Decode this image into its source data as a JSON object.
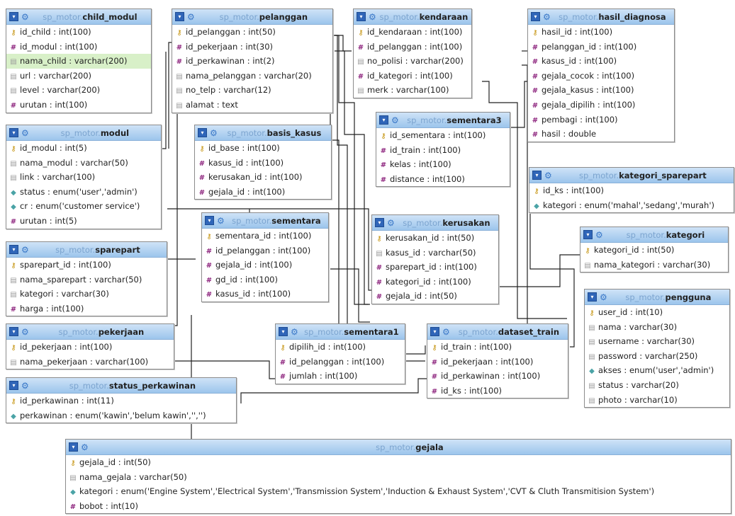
{
  "db_prefix": "sp_motor.",
  "icons": {
    "key": "key-icon",
    "idx": "index-hash-icon",
    "fld": "field-icon",
    "enm": "enum-icon"
  },
  "tables": [
    {
      "id": "child_modul",
      "name": "child_modul",
      "fields": [
        {
          "t": "id_child : int(100)",
          "i": "key"
        },
        {
          "t": "id_modul : int(100)",
          "i": "idx"
        },
        {
          "t": "nama_child : varchar(200)",
          "i": "fld",
          "hl": true
        },
        {
          "t": "url : varchar(200)",
          "i": "fld"
        },
        {
          "t": "level : varchar(200)",
          "i": "fld"
        },
        {
          "t": "urutan : int(100)",
          "i": "idx"
        }
      ]
    },
    {
      "id": "pelanggan",
      "name": "pelanggan",
      "fields": [
        {
          "t": "id_pelanggan : int(50)",
          "i": "key"
        },
        {
          "t": "id_pekerjaan : int(30)",
          "i": "idx"
        },
        {
          "t": "id_perkawinan : int(2)",
          "i": "idx"
        },
        {
          "t": "nama_pelanggan : varchar(20)",
          "i": "fld"
        },
        {
          "t": "no_telp : varchar(12)",
          "i": "fld"
        },
        {
          "t": "alamat : text",
          "i": "fld"
        }
      ]
    },
    {
      "id": "kendaraan",
      "name": "kendaraan",
      "fields": [
        {
          "t": "id_kendaraan : int(100)",
          "i": "key"
        },
        {
          "t": "id_pelanggan : int(100)",
          "i": "idx"
        },
        {
          "t": "no_polisi : varchar(200)",
          "i": "fld"
        },
        {
          "t": "id_kategori : int(100)",
          "i": "idx"
        },
        {
          "t": "merk : varchar(100)",
          "i": "fld"
        }
      ]
    },
    {
      "id": "hasil_diagnosa",
      "name": "hasil_diagnosa",
      "fields": [
        {
          "t": "hasil_id : int(100)",
          "i": "key"
        },
        {
          "t": "pelanggan_id : int(100)",
          "i": "idx"
        },
        {
          "t": "kasus_id : int(100)",
          "i": "idx"
        },
        {
          "t": "gejala_cocok : int(100)",
          "i": "idx"
        },
        {
          "t": "gejala_kasus : int(100)",
          "i": "idx"
        },
        {
          "t": "gejala_dipilih : int(100)",
          "i": "idx"
        },
        {
          "t": "pembagi : int(100)",
          "i": "idx"
        },
        {
          "t": "hasil : double",
          "i": "idx"
        }
      ]
    },
    {
      "id": "modul",
      "name": "modul",
      "fields": [
        {
          "t": "id_modul : int(5)",
          "i": "key"
        },
        {
          "t": "nama_modul : varchar(50)",
          "i": "fld"
        },
        {
          "t": "link : varchar(100)",
          "i": "fld"
        },
        {
          "t": "status : enum('user','admin')",
          "i": "enm"
        },
        {
          "t": "cr : enum('customer service')",
          "i": "enm"
        },
        {
          "t": "urutan : int(5)",
          "i": "idx"
        }
      ]
    },
    {
      "id": "basis_kasus",
      "name": "basis_kasus",
      "fields": [
        {
          "t": "id_base : int(100)",
          "i": "key"
        },
        {
          "t": "kasus_id : int(100)",
          "i": "idx"
        },
        {
          "t": "kerusakan_id : int(100)",
          "i": "idx"
        },
        {
          "t": "gejala_id : int(100)",
          "i": "idx"
        }
      ]
    },
    {
      "id": "sementara3",
      "name": "sementara3",
      "fields": [
        {
          "t": "id_sementara : int(100)",
          "i": "key"
        },
        {
          "t": "id_train : int(100)",
          "i": "idx"
        },
        {
          "t": "kelas : int(100)",
          "i": "idx"
        },
        {
          "t": "distance : int(100)",
          "i": "idx"
        }
      ]
    },
    {
      "id": "kategori_sparepart",
      "name": "kategori_sparepart",
      "fields": [
        {
          "t": "id_ks : int(100)",
          "i": "key"
        },
        {
          "t": "kategori : enum('mahal','sedang','murah')",
          "i": "enm"
        }
      ]
    },
    {
      "id": "sparepart",
      "name": "sparepart",
      "fields": [
        {
          "t": "sparepart_id : int(100)",
          "i": "key"
        },
        {
          "t": "nama_sparepart : varchar(50)",
          "i": "fld"
        },
        {
          "t": "kategori : varchar(30)",
          "i": "fld"
        },
        {
          "t": "harga : int(100)",
          "i": "idx"
        }
      ]
    },
    {
      "id": "sementara",
      "name": "sementara",
      "fields": [
        {
          "t": "sementara_id : int(100)",
          "i": "key"
        },
        {
          "t": "id_pelanggan : int(100)",
          "i": "idx"
        },
        {
          "t": "gejala_id : int(100)",
          "i": "idx"
        },
        {
          "t": "gd_id : int(100)",
          "i": "idx"
        },
        {
          "t": "kasus_id : int(100)",
          "i": "idx"
        }
      ]
    },
    {
      "id": "kerusakan",
      "name": "kerusakan",
      "fields": [
        {
          "t": "kerusakan_id : int(50)",
          "i": "key"
        },
        {
          "t": "kasus_id : varchar(50)",
          "i": "fld"
        },
        {
          "t": "sparepart_id : int(100)",
          "i": "idx"
        },
        {
          "t": "kategori_id : int(100)",
          "i": "idx"
        },
        {
          "t": "gejala_id : int(50)",
          "i": "idx"
        }
      ]
    },
    {
      "id": "kategori",
      "name": "kategori",
      "fields": [
        {
          "t": "kategori_id : int(50)",
          "i": "key"
        },
        {
          "t": "nama_kategori : varchar(30)",
          "i": "fld"
        }
      ]
    },
    {
      "id": "pengguna",
      "name": "pengguna",
      "fields": [
        {
          "t": "user_id : int(10)",
          "i": "key"
        },
        {
          "t": "nama : varchar(30)",
          "i": "fld"
        },
        {
          "t": "username : varchar(30)",
          "i": "fld"
        },
        {
          "t": "password : varchar(250)",
          "i": "fld"
        },
        {
          "t": "akses : enum('user','admin')",
          "i": "enm"
        },
        {
          "t": "status : varchar(20)",
          "i": "fld"
        },
        {
          "t": "photo : varchar(10)",
          "i": "fld"
        }
      ]
    },
    {
      "id": "pekerjaan",
      "name": "pekerjaan",
      "fields": [
        {
          "t": "id_pekerjaan : int(100)",
          "i": "key"
        },
        {
          "t": "nama_pekerjaan : varchar(100)",
          "i": "fld"
        }
      ]
    },
    {
      "id": "sementara1",
      "name": "sementara1",
      "fields": [
        {
          "t": "dipilih_id : int(100)",
          "i": "key"
        },
        {
          "t": "id_pelanggan : int(100)",
          "i": "idx"
        },
        {
          "t": "jumlah : int(100)",
          "i": "idx"
        }
      ]
    },
    {
      "id": "dataset_train",
      "name": "dataset_train",
      "fields": [
        {
          "t": "id_train : int(100)",
          "i": "key"
        },
        {
          "t": "id_pekerjaan : int(100)",
          "i": "idx"
        },
        {
          "t": "id_perkawinan : int(100)",
          "i": "idx"
        },
        {
          "t": "id_ks : int(100)",
          "i": "idx"
        }
      ]
    },
    {
      "id": "status_perkawinan",
      "name": "status_perkawinan",
      "fields": [
        {
          "t": "id_perkawinan : int(11)",
          "i": "key"
        },
        {
          "t": "perkawinan : enum('kawin','belum kawin','','')",
          "i": "enm"
        }
      ]
    },
    {
      "id": "gejala",
      "name": "gejala",
      "fields": [
        {
          "t": "gejala_id : int(50)",
          "i": "key"
        },
        {
          "t": "nama_gejala : varchar(50)",
          "i": "fld"
        },
        {
          "t": "kategori : enum('Engine System','Electrical System','Transmission System','Induction & Exhaust System','CVT & Cluth Transmitision System')",
          "i": "enm"
        },
        {
          "t": "bobot : int(10)",
          "i": "idx"
        }
      ]
    }
  ]
}
